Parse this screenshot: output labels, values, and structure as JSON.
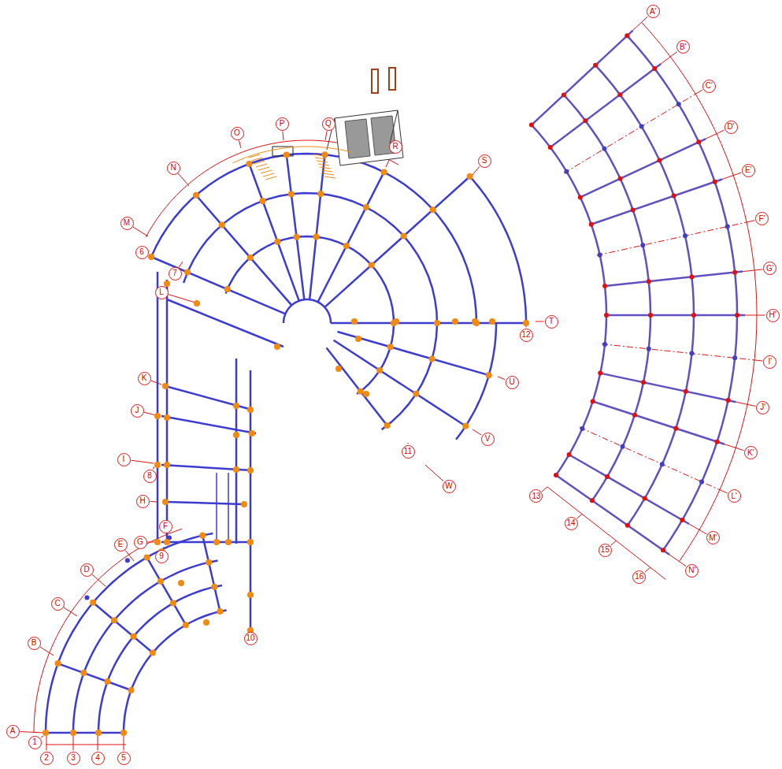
{
  "diagram": {
    "nodes": [
      {
        "text": [
          "A"
        ]
      },
      {
        "text": [
          "B"
        ]
      },
      {
        "text": [
          "C"
        ]
      },
      {
        "text": [
          "D"
        ]
      },
      {
        "text": [
          "E"
        ]
      },
      {
        "text": [
          "F"
        ]
      },
      {
        "text": [
          "G"
        ]
      },
      {
        "text": [
          "H"
        ]
      },
      {
        "text": [
          "I"
        ]
      },
      {
        "text": [
          "J"
        ]
      },
      {
        "text": [
          "K"
        ]
      },
      {
        "text": [
          "L"
        ]
      },
      {
        "text": [
          "M"
        ]
      },
      {
        "text": [
          "N"
        ]
      },
      {
        "text": [
          "O"
        ]
      },
      {
        "text": [
          "P"
        ]
      },
      {
        "text": [
          "Q"
        ]
      },
      {
        "text": [
          "R"
        ]
      },
      {
        "text": [
          "S"
        ]
      },
      {
        "text": [
          "T"
        ]
      },
      {
        "text": [
          "U"
        ]
      },
      {
        "text": [
          "V"
        ]
      },
      {
        "text": [
          "W"
        ]
      },
      {
        "text": [
          "1"
        ]
      },
      {
        "text": [
          "2"
        ]
      },
      {
        "text": [
          "3"
        ]
      },
      {
        "text": [
          "4"
        ]
      },
      {
        "text": [
          "5"
        ]
      },
      {
        "text": [
          "6"
        ]
      },
      {
        "text": [
          "7"
        ]
      },
      {
        "text": [
          "8"
        ]
      },
      {
        "text": [
          "9"
        ]
      },
      {
        "text": [
          "10"
        ]
      },
      {
        "text": [
          "11"
        ]
      },
      {
        "text": [
          "12"
        ]
      },
      {
        "text": [
          "A'"
        ]
      },
      {
        "text": [
          "B'"
        ]
      },
      {
        "text": [
          "C'"
        ]
      },
      {
        "text": [
          "D'"
        ]
      },
      {
        "text": [
          "E'"
        ]
      },
      {
        "text": [
          "F'"
        ]
      },
      {
        "text": [
          "G'"
        ]
      },
      {
        "text": [
          "H'"
        ]
      },
      {
        "text": [
          "I'"
        ]
      },
      {
        "text": [
          "J'"
        ]
      },
      {
        "text": [
          "K'"
        ]
      },
      {
        "text": [
          "L'"
        ]
      },
      {
        "text": [
          "M'"
        ]
      },
      {
        "text": [
          "N'"
        ]
      },
      {
        "text": [
          "13"
        ]
      },
      {
        "text": [
          "14"
        ]
      },
      {
        "text": [
          "15"
        ]
      },
      {
        "text": [
          "16"
        ]
      }
    ]
  }
}
